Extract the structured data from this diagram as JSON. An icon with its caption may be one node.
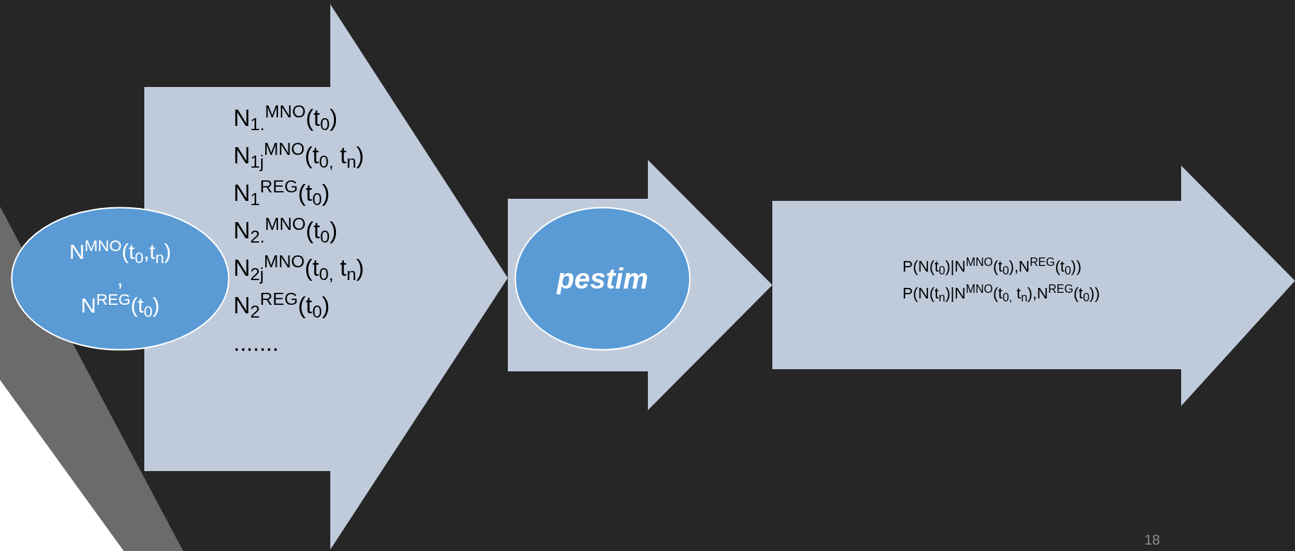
{
  "diagram": {
    "nodes": [
      {
        "text": [
          "N$^{MNO}$(t$_{0}$,t$_{n}$)",
          ",",
          "N$^{REG}$(t$_{0}$)"
        ]
      },
      {
        "text": [
          "N$_{1.}$$^{MNO}$(t$_{0}$)",
          "N$_{1j}$$^{MNO}$(t$_{0,}$ t$_{n}$)",
          "N$_{1}$$^{REG}$(t$_{0}$)",
          "N$_{2.}$$^{MNO}$(t$_{0}$)",
          "N$_{2j}$$^{MNO}$(t$_{0,}$ t$_{n}$)",
          "N$_{2}$$^{REG}$(t$_{0}$)",
          "......."
        ]
      },
      {
        "text": [
          "pestim"
        ]
      },
      {
        "text": [
          "P(N(t$_{0}$)|N$^{MNO}$(t$_{0}$),N$^{REG}$(t$_{0}$))",
          "P(N(t$_{n}$)|N$^{MNO}$(t$_{0,}$ t$_{n}$),N$^{REG}$(t$_{0}$))"
        ]
      }
    ],
    "edges": [
      {
        "from": 1,
        "to": 3,
        "arrow": "to"
      }
    ],
    "labels": [
      "18"
    ]
  }
}
